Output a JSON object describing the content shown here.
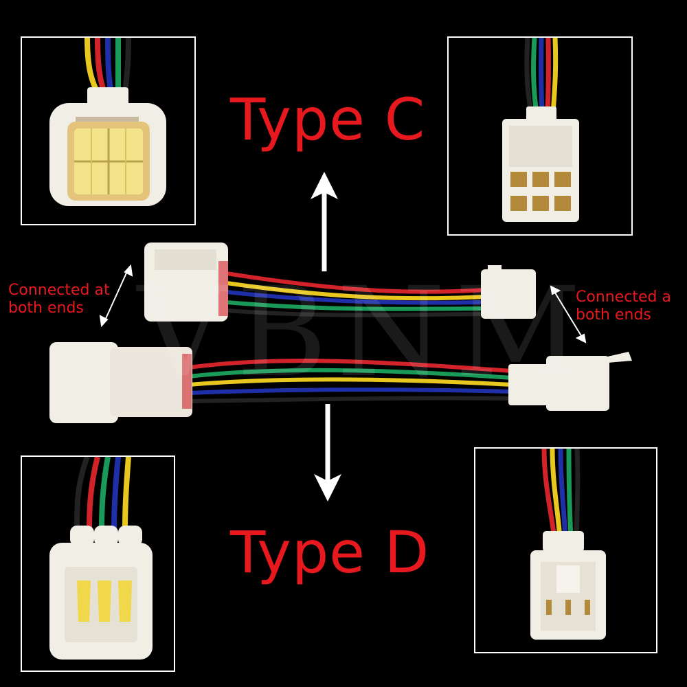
{
  "labels": {
    "type_c": "Type C",
    "type_d": "Type D",
    "note_left": "Connected at\nboth ends",
    "note_right": "Connected a\nboth ends",
    "watermark": "VBNM"
  },
  "colors": {
    "background": "#000000",
    "title": "#e8191e",
    "note": "#e8191e",
    "panel_border": "#ffffff",
    "connector_body": "#f1eee6",
    "yellow_insert": "#f3e489",
    "wire_red": "#d2232a",
    "wire_blue": "#1f2fa8",
    "wire_green": "#1a9a59",
    "wire_yellow": "#e8c81e",
    "wire_black": "#1a1a1a"
  },
  "icons": {
    "arrow_up": "arrow-up-icon",
    "arrow_down": "arrow-down-icon",
    "double_arrow": "double-arrow-icon"
  }
}
